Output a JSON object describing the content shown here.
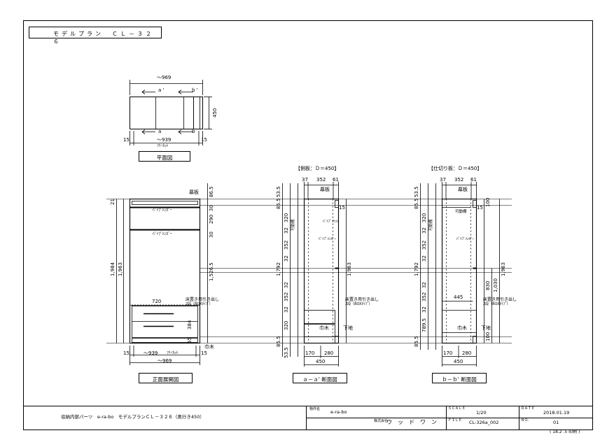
{
  "drawing": {
    "title": "モデルプラン　ＣＬ－３２６",
    "plan": {
      "caption": "平面図",
      "width_top": "～969",
      "depth": "450",
      "width_bottom": "～939",
      "free_cut": "ﾌﾘｰｶｯﾄ",
      "side_left": "15",
      "side_right": "15",
      "sec_a_top": "a '",
      "sec_b_top": "b '",
      "sec_a_bottom": "a",
      "sec_b_bottom": "b"
    },
    "front": {
      "caption": "正面展開図",
      "overall_h": "1,984",
      "inner_h": "1,963",
      "top_h": "21",
      "label_top": "幕板",
      "label_bottom": "巾木",
      "hanger": "ﾊﾟｲﾌﾟﾊﾝｶﾞｰ",
      "drawer_w": "720",
      "drawer_label_1": "床置き用引き出し",
      "drawer_label_2": "2段（BOXﾀｲﾌﾟ）",
      "dims_right": [
        "86.5",
        "30",
        "290",
        "30",
        "1,526.5",
        "384",
        "55"
      ],
      "width_bottom": "～939",
      "free_cut": "ﾌﾘｰｶｯﾄ",
      "width_total": "～969",
      "side_left": "15",
      "side_right": "15"
    },
    "section_a": {
      "caption": "ａ－ａ' 断面図",
      "heading": "【側板：Ｄ＝450】",
      "top_dims": [
        "37",
        "352",
        "61"
      ],
      "dims_left": [
        "53.5",
        "85.5",
        "320",
        "32",
        "352",
        "32",
        "1,792",
        "32",
        "352",
        "32",
        "320",
        "85.5",
        "53.5"
      ],
      "dim_right": "1,963",
      "label_top": "幕板",
      "label_shelf": "可動棚",
      "label_base": "巾木",
      "label_bottom": "下地",
      "pipe": "ﾊﾟｲﾌﾟｿｹｯﾄ",
      "hanger": "ﾊﾟｲﾌﾟﾊﾝｶﾞｰ",
      "drawer_label_1": "床置き用引き出し",
      "drawer_label_2": "2段（BOXﾀｲﾌﾟ）",
      "bottom_dims": [
        "170",
        "280"
      ],
      "bottom_total": "450",
      "small": "15"
    },
    "section_b": {
      "caption": "ｂ－ｂ' 断面図",
      "heading": "【仕切り板：Ｄ＝450】",
      "top_dims": [
        "37",
        "352",
        "61"
      ],
      "dims_left": [
        "53.5",
        "85.5",
        "320",
        "32",
        "352",
        "32",
        "1,792",
        "32",
        "352",
        "32",
        "789.5",
        "85.5"
      ],
      "dims_right": [
        "1,963",
        "100",
        "830",
        "1,030",
        "100"
      ],
      "depth_label": "445",
      "label_top": "幕板",
      "label_shelf": "可動棚",
      "label_base": "巾木",
      "label_bottom": "下地",
      "hanger": "ﾊﾟｲﾌﾟﾊﾝｶﾞｰ",
      "drawer_label_1": "床置き用引き出し",
      "drawer_label_2": "2段（BOXﾀｲﾌﾟ）",
      "bottom_dims": [
        "170",
        "280"
      ],
      "bottom_total": "450",
      "small": "15"
    },
    "footer": {
      "description": "収納内部パーツ　e-ra-bo　モデルプランＣＬ－３２６（奥行き450）",
      "project_label": "物件名",
      "project_value": "e-ra-bo",
      "company_label": "株式会社",
      "company_value": "ウ　ッ　ド　ワ　ン",
      "scale_label": "ＳＣＡＬＥ",
      "scale_value": "1/20",
      "file_label": "ＦＩＬＥ",
      "file_value": "CL-326a_002",
      "date_label": "ＤＡＴＥ",
      "date_value": "2018.01.19",
      "no_label": "ＮＯ.",
      "no_value": "01",
      "print_note": "( 18.2 .5  印刷 )"
    }
  }
}
